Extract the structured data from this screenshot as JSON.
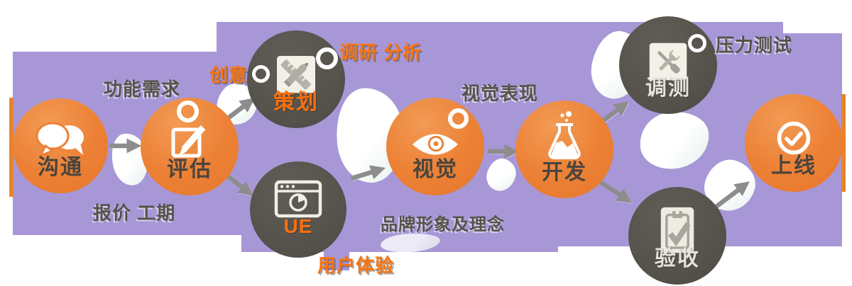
{
  "colors": {
    "banner_purple": "#a797d7",
    "node_orange": "#ec8035",
    "node_dark": "#56524c",
    "arrow_gray": "#8d8d8d",
    "annotation_gray": "#56524a",
    "annotation_orange": "#f97410",
    "ribbon_orange": "#e8832d"
  },
  "nodes": [
    {
      "id": "communication",
      "label": "沟通",
      "icon": "chat-bubbles-icon",
      "style": "orange"
    },
    {
      "id": "evaluation",
      "label": "评估",
      "icon": "edit-square-icon",
      "style": "orange"
    },
    {
      "id": "planning",
      "label": "策划",
      "icon": "ruler-pencil-icon",
      "style": "dark"
    },
    {
      "id": "ue",
      "label": "UE",
      "icon": "browser-chart-icon",
      "style": "dark"
    },
    {
      "id": "visual",
      "label": "视觉",
      "icon": "eye-icon",
      "style": "orange"
    },
    {
      "id": "development",
      "label": "开发",
      "icon": "flask-icon",
      "style": "orange"
    },
    {
      "id": "debugging",
      "label": "调测",
      "icon": "tools-icon",
      "style": "dark"
    },
    {
      "id": "acceptance",
      "label": "验收",
      "icon": "clipboard-check-icon",
      "style": "dark"
    },
    {
      "id": "launch",
      "label": "上线",
      "icon": "check-circle-icon",
      "style": "orange"
    }
  ],
  "annotations": [
    {
      "text": "功能需求",
      "color": "gray"
    },
    {
      "text": "报价 工期",
      "color": "gray"
    },
    {
      "text": "创意",
      "color": "orange"
    },
    {
      "text": "调研 分析",
      "color": "orange"
    },
    {
      "text": "视觉表现",
      "color": "gray"
    },
    {
      "text": "品牌形象及理念",
      "color": "gray"
    },
    {
      "text": "用户体验",
      "color": "orange"
    },
    {
      "text": "压力测试",
      "color": "gray"
    }
  ],
  "edges": [
    {
      "from": "communication",
      "to": "evaluation"
    },
    {
      "from": "evaluation",
      "to": "planning"
    },
    {
      "from": "evaluation",
      "to": "ue"
    },
    {
      "from": "ue",
      "to": "visual"
    },
    {
      "from": "visual",
      "to": "development"
    },
    {
      "from": "development",
      "to": "debugging"
    },
    {
      "from": "development",
      "to": "acceptance"
    },
    {
      "from": "acceptance",
      "to": "launch"
    }
  ]
}
